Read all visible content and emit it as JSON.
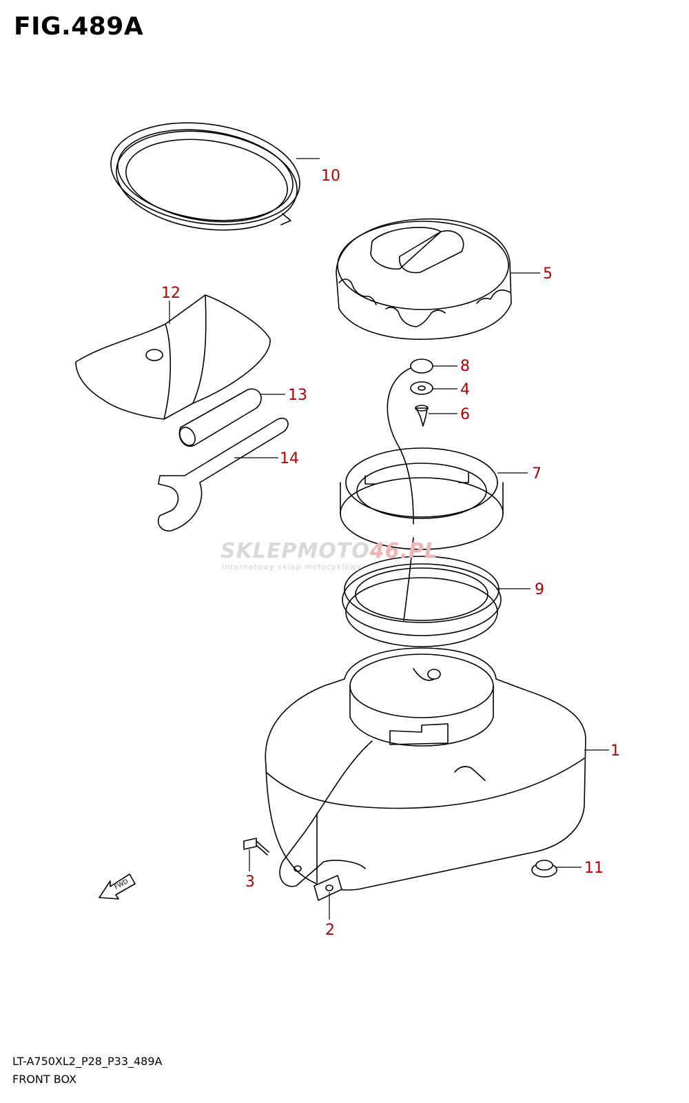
{
  "figure": {
    "title": "FIG.489A",
    "model_code": "LT-A750XL2_P28_P33_489A",
    "section_name": "FRONT BOX"
  },
  "watermark": {
    "brand_prefix": "SKLEPMOTO",
    "brand_accent": "46.PL",
    "tagline": "internetowy sklep motocyklowy"
  },
  "fwd_label": "FWD",
  "callouts": [
    "1",
    "2",
    "3",
    "4",
    "5",
    "6",
    "7",
    "8",
    "9",
    "10",
    "11",
    "12",
    "13",
    "14"
  ],
  "colors": {
    "callout": "#b00000",
    "lines": "#000000",
    "watermark": "#d9d9d9"
  }
}
